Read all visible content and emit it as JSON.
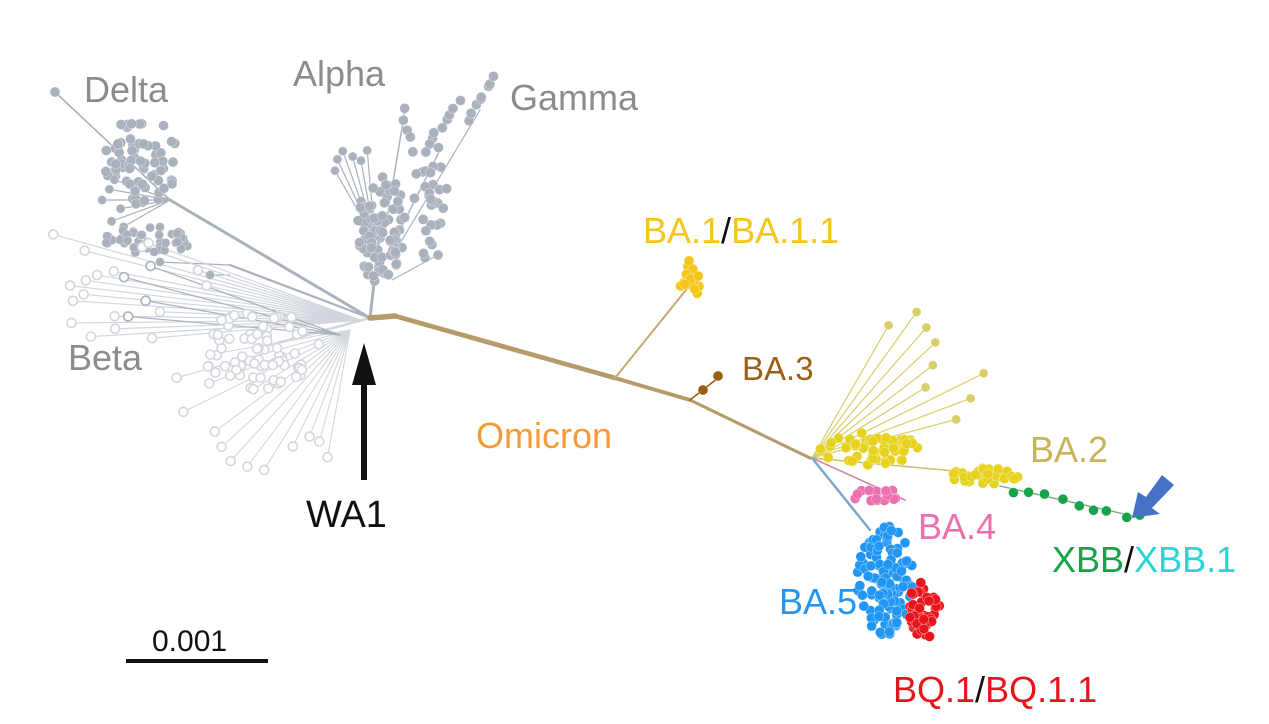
{
  "labels": {
    "delta": "Delta",
    "alpha": "Alpha",
    "gamma": "Gamma",
    "beta": "Beta",
    "wa1": "WA1",
    "omicron": "Omicron",
    "ba1": "BA.1",
    "ba1_sep": "/",
    "ba1_1": "BA.1.1",
    "ba3": "BA.3",
    "ba2": "BA.2",
    "ba4": "BA.4",
    "ba5": "BA.5",
    "xbb": "XBB",
    "xbb_sep": "/",
    "xbb1": "XBB.1",
    "bq1": "BQ.1",
    "bq1_sep": "/",
    "bq1_1": "BQ.1.1"
  },
  "scale_bar": {
    "label": "0.001"
  },
  "colors": {
    "early_lineages": "#a9b1bc",
    "early_light": "#d3d7dd",
    "label_gray": "#8c8c8c",
    "omicron_trunk": "#b59a6a",
    "omicron_label": "#f59a3a",
    "ba1": "#f5c518",
    "ba3": "#9c5f14",
    "ba2": "#e6d21c",
    "ba2_label": "#c8b458",
    "ba4": "#ec6fae",
    "ba5": "#2196f3",
    "bq1": "#e8141c",
    "xbb": "#16a34a",
    "xbb1": "#2ad4d4",
    "arrow_blue": "#4472c4",
    "black": "#111111"
  }
}
